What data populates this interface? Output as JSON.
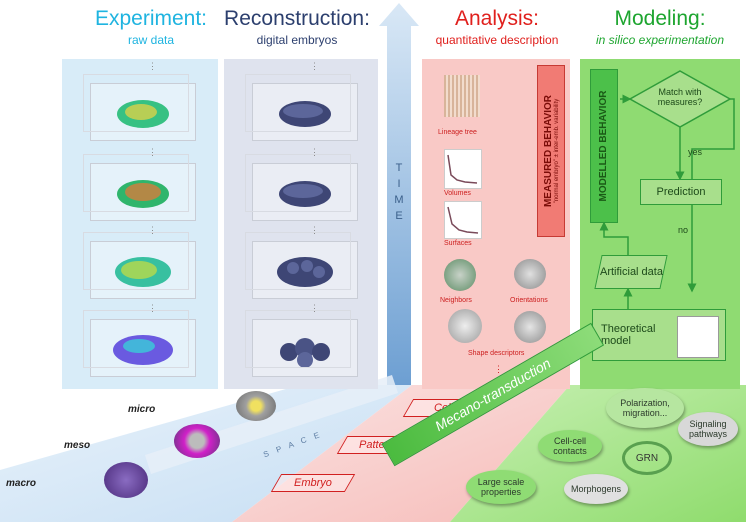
{
  "headers": {
    "experiment": {
      "title": "Experiment:",
      "subtitle": "raw data",
      "color": "#1fb4e0"
    },
    "reconstruction": {
      "title": "Reconstruction:",
      "subtitle": "digital embryos",
      "color": "#2c3f6e"
    },
    "analysis": {
      "title": "Analysis:",
      "subtitle": "quantitative description",
      "color": "#e0201d"
    },
    "modeling": {
      "title": "Modeling:",
      "subtitle": "in silico experimentation",
      "color": "#1da52f"
    }
  },
  "time_axis": {
    "label": "T I M E"
  },
  "space_axis": {
    "label": "S P A C E"
  },
  "vertical_dots": "⋮",
  "analysis": {
    "items": [
      {
        "label": "Lineage tree"
      },
      {
        "label": "Volumes"
      },
      {
        "label": "Surfaces"
      },
      {
        "label": "Neighbors"
      },
      {
        "label": "Orientations"
      },
      {
        "label": "Shape descriptors"
      }
    ],
    "measured_title": "MEASURED BEHAVIOR",
    "measured_sub": "\"normal embryo\" ± inter-emb. variability"
  },
  "modeling": {
    "modelled_behavior": "MODELLED BEHAVIOR",
    "match": "Match with measures?",
    "yes": "yes",
    "no": "no",
    "prediction": "Prediction",
    "artificial": "Artificial data",
    "theoretical": "Theoretical model"
  },
  "scales": {
    "micro": "micro",
    "meso": "meso",
    "macro": "macro"
  },
  "levels": {
    "cell": "Cell",
    "patterns": "Patterns",
    "embryo": "Embryo"
  },
  "band": {
    "label": "Mecano-transduction"
  },
  "ellipses": {
    "polarization": "Polarization, migration...",
    "signaling": "Signaling pathways",
    "cellcell": "Cell-cell contacts",
    "grn": "GRN",
    "large": "Large scale properties",
    "morphogens": "Morphogens"
  },
  "colors": {
    "experiment_panel": "#d8ecf8",
    "reconstruction_panel": "#dfe3ee",
    "analysis_panel": "#f9c9c6",
    "modeling_panel": "#8fdb72"
  }
}
